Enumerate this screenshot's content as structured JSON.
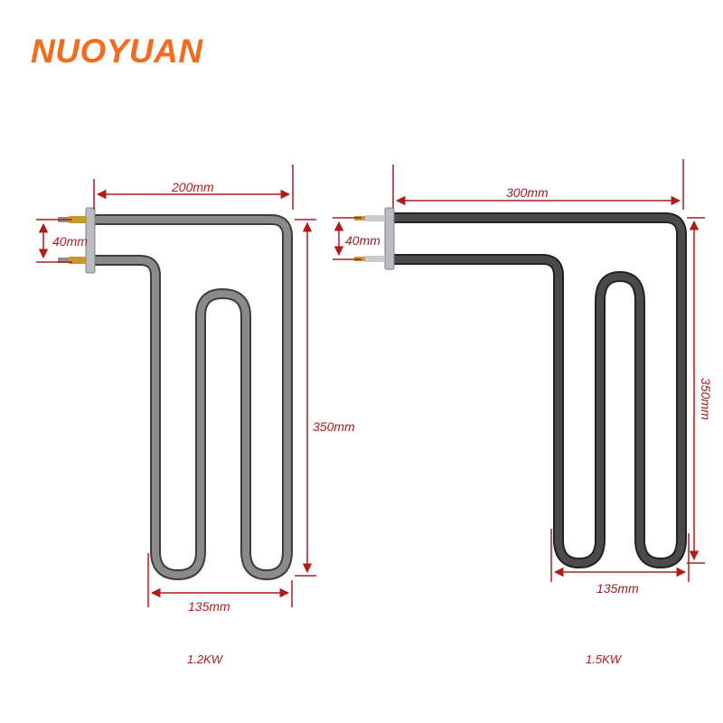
{
  "brand": {
    "name": "NUOYUAN",
    "color": "#f36b1c"
  },
  "dimension_color": "#b11a1a",
  "products": [
    {
      "power": "1.2KW",
      "tube_color": "#6b6b6b",
      "dims": {
        "width_top": "200mm",
        "terminal_gap": "40mm",
        "height": "350mm",
        "width_bottom": "135mm"
      }
    },
    {
      "power": "1.5KW",
      "tube_color": "#3a3a3a",
      "dims": {
        "width_top": "300mm",
        "terminal_gap": "40mm",
        "height": "350mm",
        "width_bottom": "135mm"
      }
    }
  ]
}
